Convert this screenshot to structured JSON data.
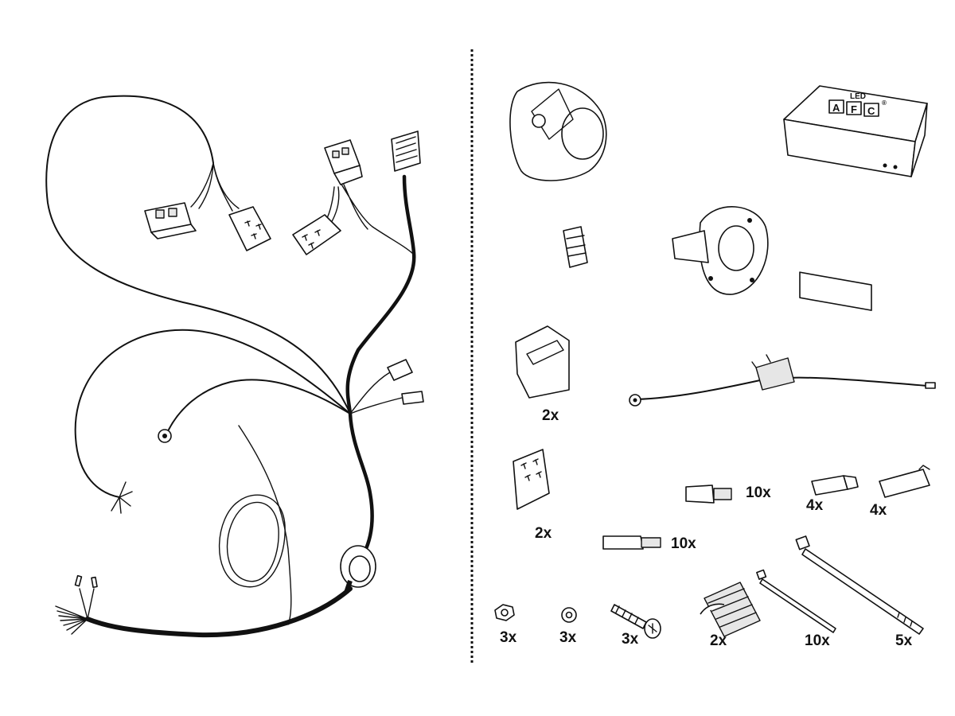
{
  "quantities": {
    "socket_housing": "2x",
    "flat_housing": "2x",
    "flat_terminal": "10x",
    "bullet_terminal": "10x",
    "male_connector": "4x",
    "female_connector": "4x",
    "nut": "3x",
    "lock_washer": "3x",
    "screw": "3x",
    "adhesive_pad": "2x",
    "small_cable_tie": "10x",
    "large_cable_tie": "5x"
  },
  "module_logo": {
    "top": "LED",
    "letters": [
      "A",
      "F",
      "C"
    ],
    "mark": "®"
  },
  "colors": {
    "line": "#111111",
    "background": "#ffffff",
    "fill_grey": "#e6e6e6"
  }
}
